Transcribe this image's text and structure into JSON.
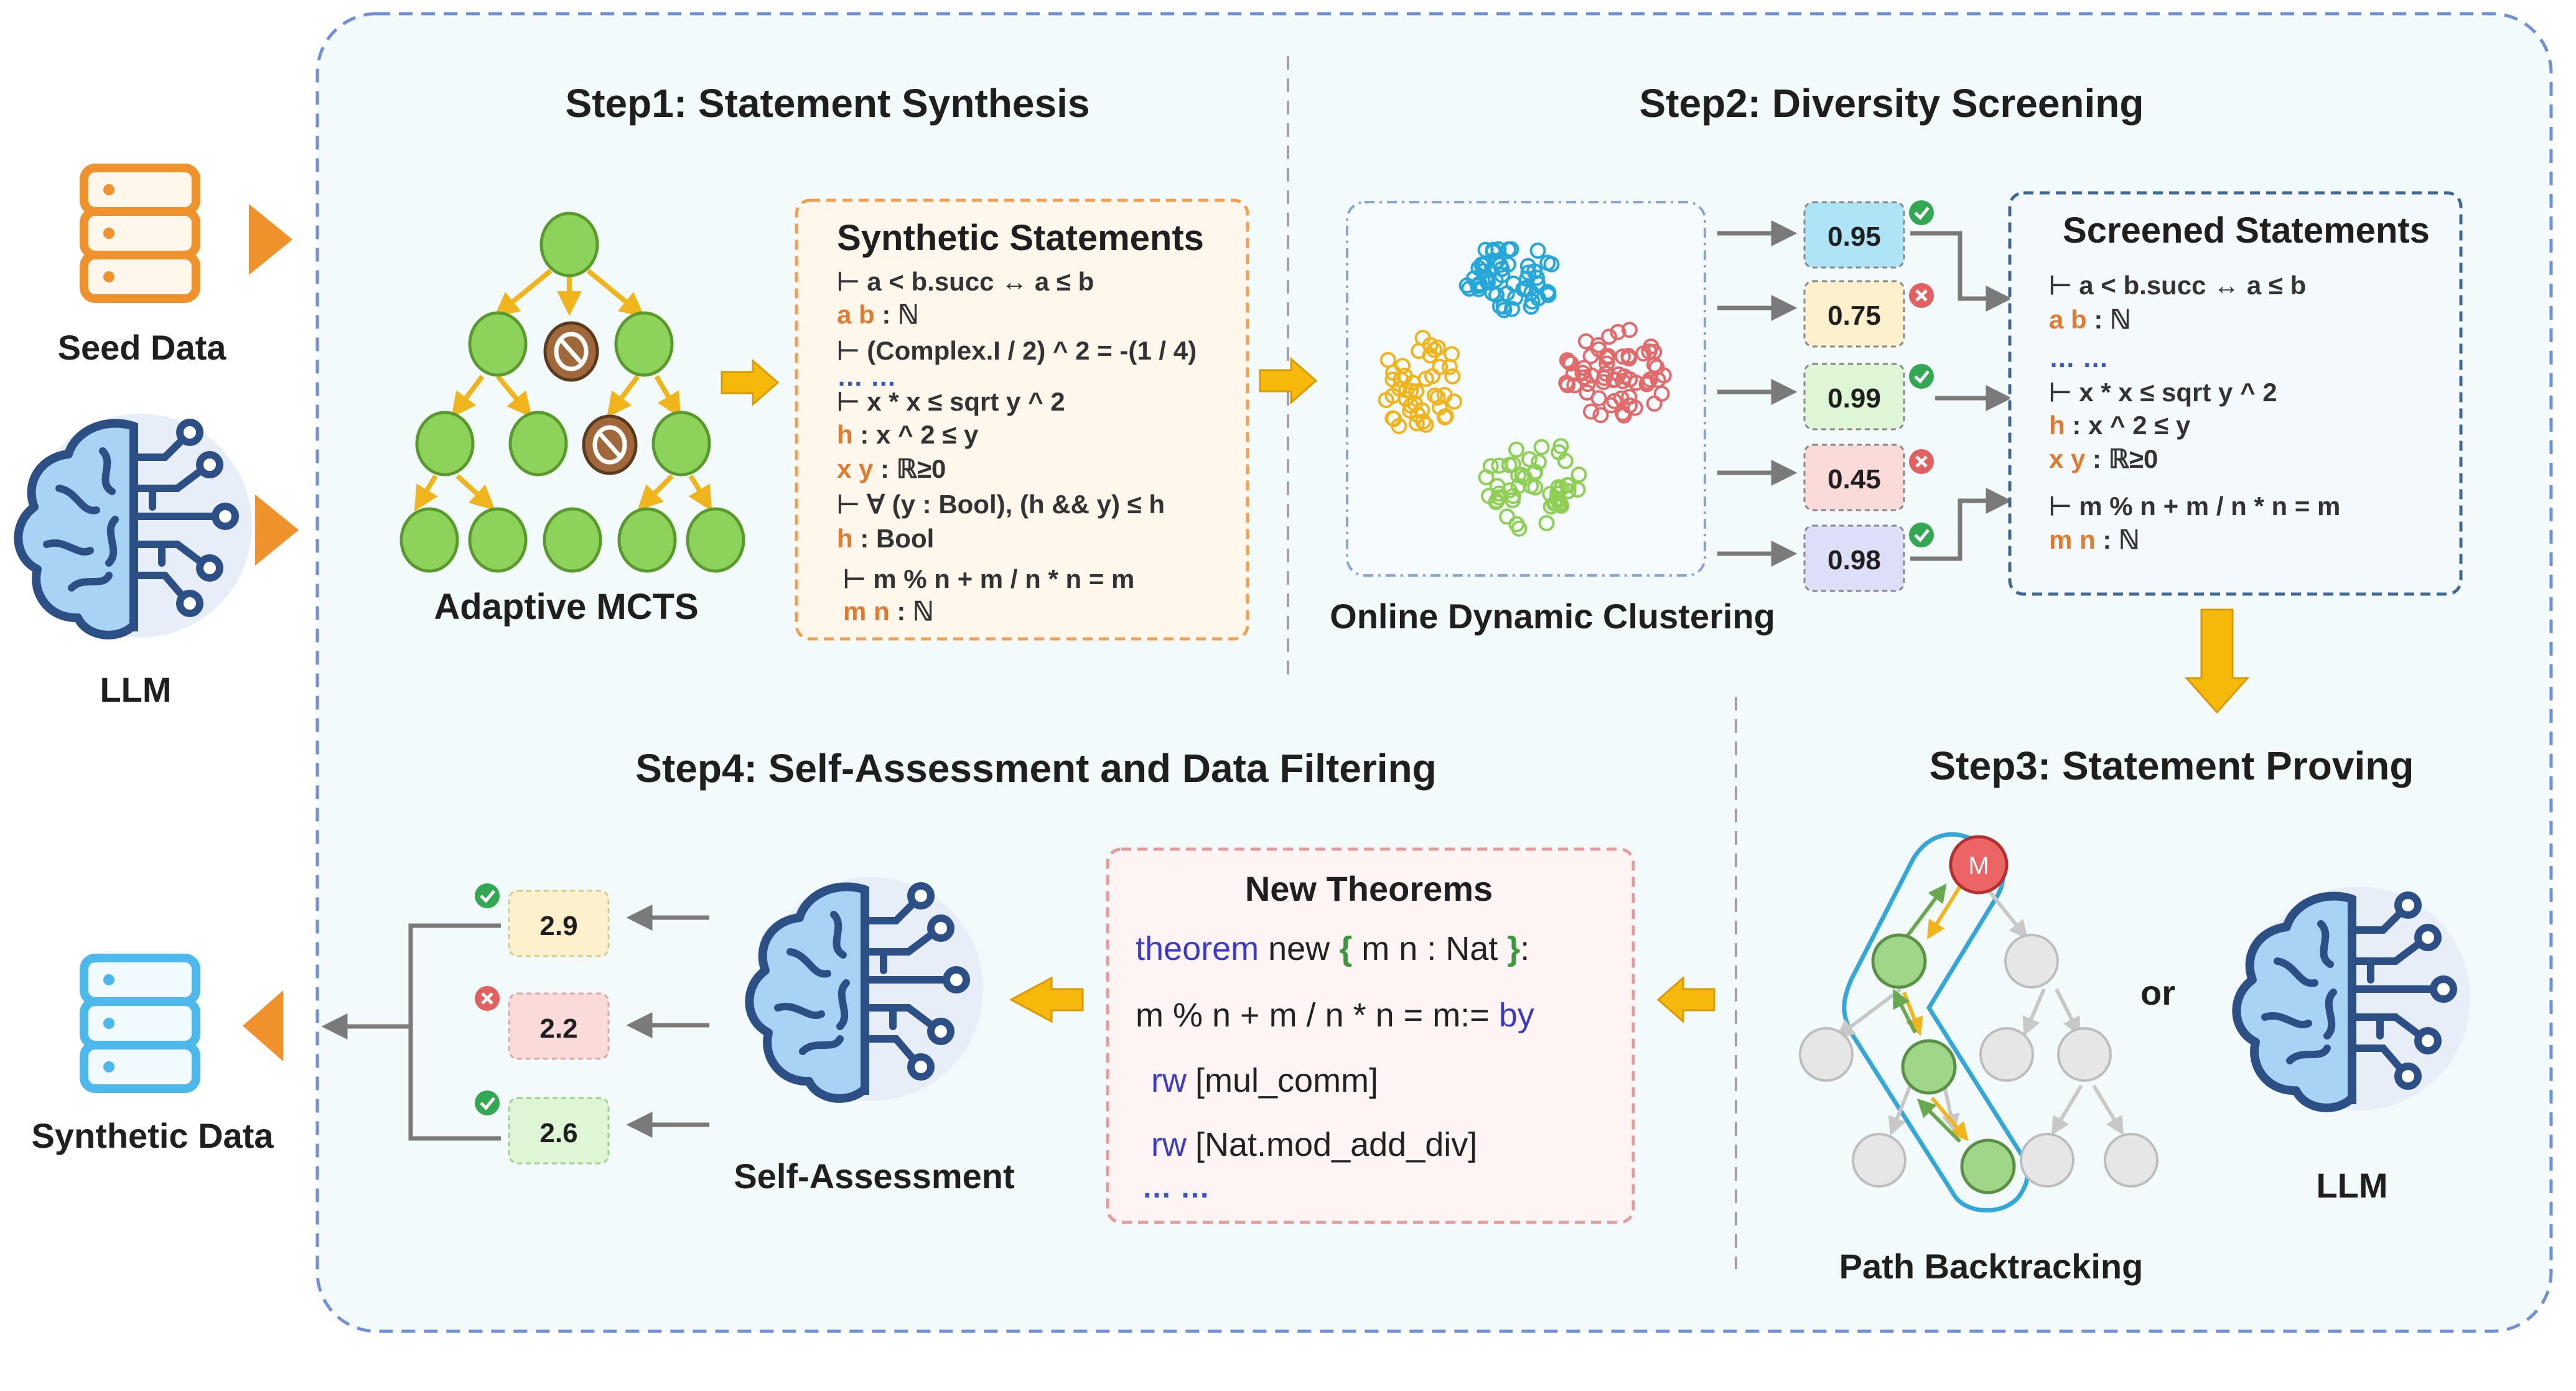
{
  "left": {
    "seed_label": "Seed Data",
    "llm_label": "LLM",
    "synthetic_label": "Synthetic Data"
  },
  "step1": {
    "title": "Step1:  Statement Synthesis",
    "mcts_label": "Adaptive MCTS",
    "box_title": "Synthetic Statements",
    "lines": [
      [
        "⊢ a < b.succ ↔ a ≤ b"
      ],
      [
        "a b",
        " : ℕ"
      ],
      [
        "⊢ (Complex.I / 2) ^ 2 = -(1 / 4)"
      ],
      [
        "… …"
      ],
      [
        "⊢ x * x ≤ sqrt y ^ 2"
      ],
      [
        "h",
        " : x ^ 2 ≤ y"
      ],
      [
        "x y",
        " : ℝ≥0"
      ],
      [
        "⊢ ∀ (y : Bool), (h && y) ≤ h"
      ],
      [
        "h",
        " : Bool"
      ],
      [
        "⊢ m % n + m / n * n = m"
      ],
      [
        "m n",
        " : ℕ"
      ]
    ]
  },
  "step2": {
    "title": "Step2: Diversity Screening",
    "cluster_label": "Online Dynamic Clustering",
    "scores": [
      "0.95",
      "0.75",
      "0.99",
      "0.45",
      "0.98"
    ],
    "score_status": [
      "pass",
      "fail",
      "pass",
      "fail",
      "pass"
    ],
    "box_title": "Screened Statements",
    "lines": [
      [
        "⊢ a < b.succ ↔ a ≤ b"
      ],
      [
        "a b",
        " : ℕ"
      ],
      [
        "… …"
      ],
      [
        "⊢ x * x ≤ sqrt y ^ 2"
      ],
      [
        "h",
        " : x ^ 2 ≤ y"
      ],
      [
        "x y",
        " : ℝ≥0"
      ],
      [
        "⊢ m % n + m / n * n = m"
      ],
      [
        "m n",
        " : ℕ"
      ]
    ]
  },
  "step3": {
    "title": "Step3: Statement Proving",
    "path_label": "Path Backtracking",
    "or_label": "or",
    "llm_label": "LLM",
    "root_node": "M"
  },
  "step4": {
    "title": "Step4: Self-Assessment and Data Filtering",
    "assess_label": "Self-Assessment",
    "box_title": "New Theorems",
    "code": {
      "kw_theorem": "theorem",
      "name": " new ",
      "brace_open": "{",
      "binder": " m n : Nat ",
      "brace_close": "}",
      "colon": ":",
      "line2": "m % n + m / n * n = m:=",
      "kw_by": " by",
      "rw1_kw": "rw",
      "rw1_arg": "[mul_comm]",
      "rw2_kw": "rw",
      "rw2_arg": "[Nat.mod_add_div]",
      "ellipsis": "… …"
    },
    "scores": [
      "2.9",
      "2.2",
      "2.6"
    ],
    "score_status": [
      "pass",
      "fail",
      "pass"
    ]
  },
  "colors": {
    "frame_border": "#6f8fd6",
    "frame_fill": "#f2fafc",
    "orange": "#f0922b",
    "blue_db": "#4cb8ec",
    "node_green": "#8dd35b",
    "arrow_yellow": "#f5b80b",
    "pass": "#33a853",
    "fail": "#e26060"
  }
}
